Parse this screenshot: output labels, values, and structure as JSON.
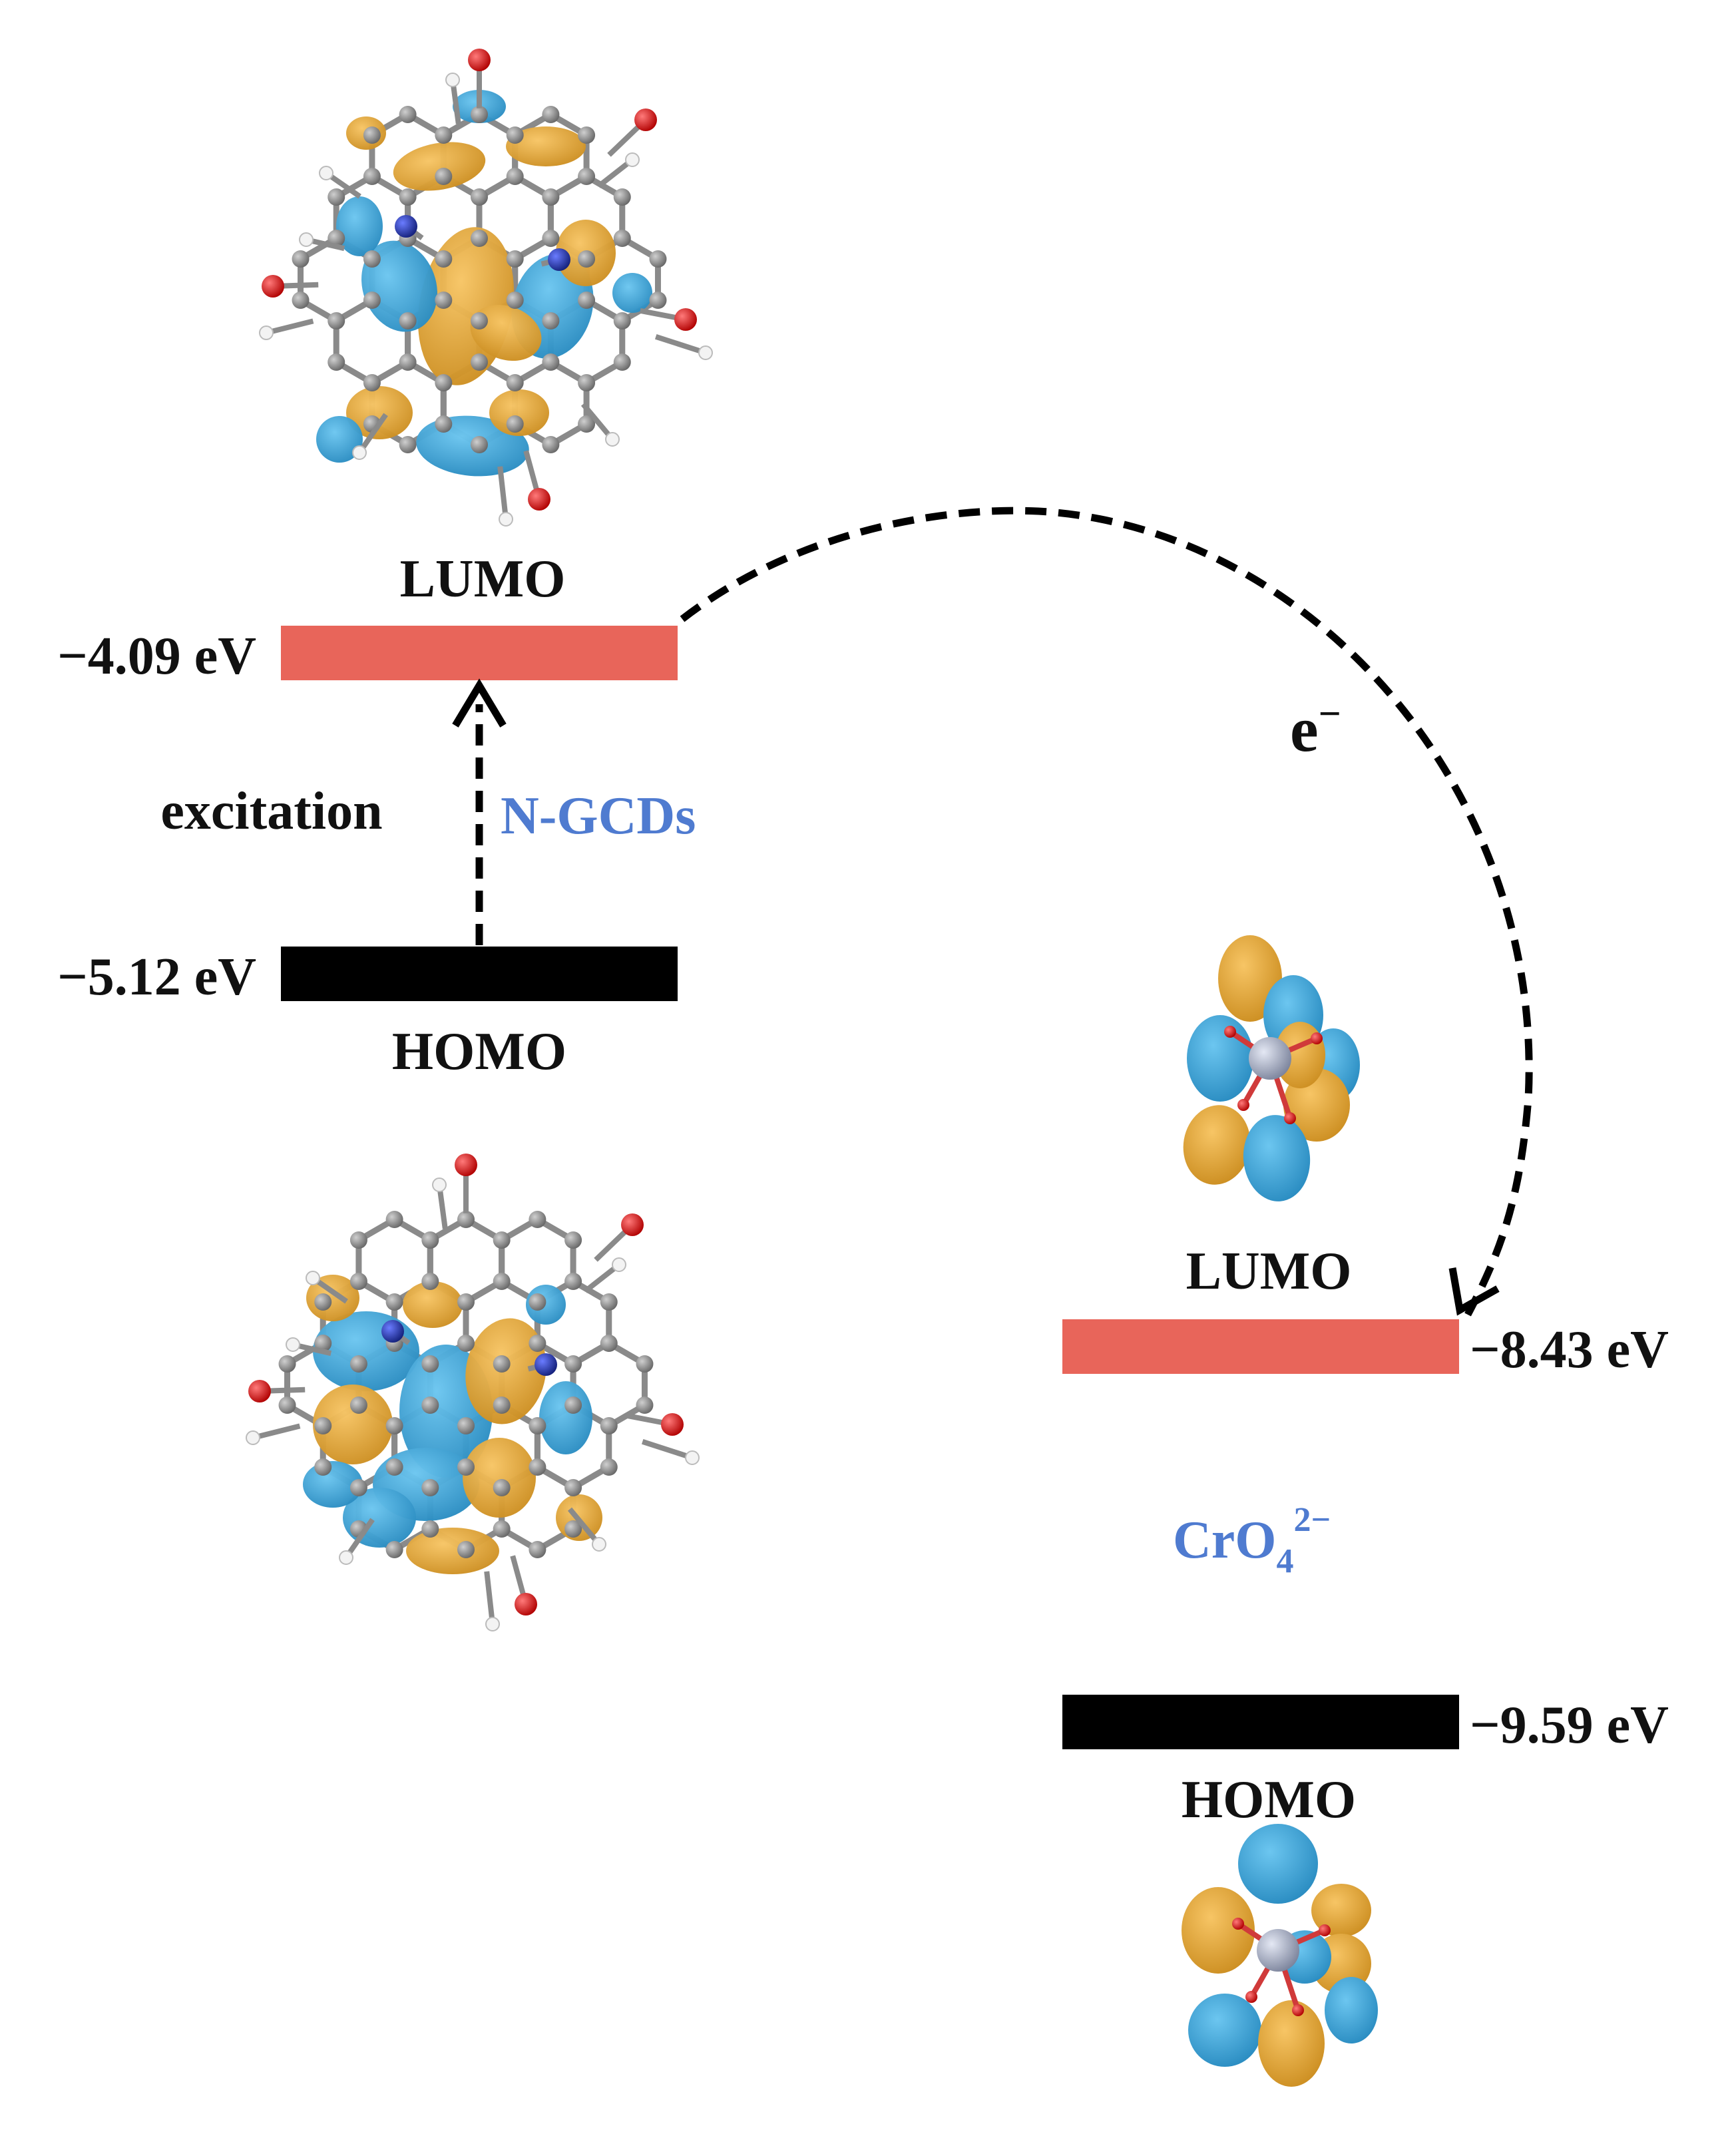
{
  "colors": {
    "lumo_bar": "#E8655A",
    "homo_bar": "#000000",
    "species_label": "#4F7BD0",
    "orbital_positive": "#E9A93A",
    "orbital_negative": "#3FA9DC",
    "carbon_atom": "#7A7A7A",
    "oxygen_atom": "#D81E1E",
    "nitrogen_atom": "#2335B5",
    "hydrogen_atom": "#F2F2F2",
    "chromium_atom": "#9FA7BF"
  },
  "ngcds": {
    "name": "N-GCDs",
    "lumo": {
      "label": "LUMO",
      "energy_label": "−4.09 eV",
      "energy_ev": -4.09
    },
    "homo": {
      "label": "HOMO",
      "energy_label": "−5.12 eV",
      "energy_ev": -5.12
    },
    "transition_label": "excitation",
    "lumo_orbital_icon": "molecular-orbital-lumo-ngcds",
    "homo_orbital_icon": "molecular-orbital-homo-ngcds"
  },
  "cro4": {
    "name_base": "CrO",
    "name_sub": "4",
    "name_sup": "2−",
    "lumo": {
      "label": "LUMO",
      "energy_label": "−8.43 eV",
      "energy_ev": -8.43
    },
    "homo": {
      "label": "HOMO",
      "energy_label": "−9.59 eV",
      "energy_ev": -9.59
    },
    "lumo_orbital_icon": "molecular-orbital-lumo-cro4",
    "homo_orbital_icon": "molecular-orbital-homo-cro4"
  },
  "electron_transfer": {
    "label_base": "e",
    "label_sup": "−"
  }
}
